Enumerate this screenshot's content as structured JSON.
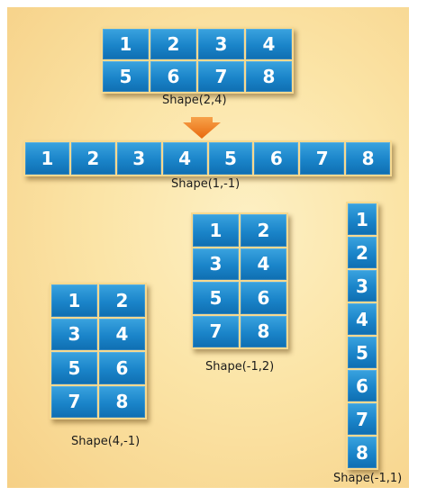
{
  "diagram": {
    "arrays": [
      {
        "id": "shape-2-4",
        "label": "Shape(2,4)",
        "rows": 2,
        "cols": 4,
        "cells": [
          "1",
          "2",
          "3",
          "4",
          "5",
          "6",
          "7",
          "8"
        ]
      },
      {
        "id": "shape-1-m1",
        "label": "Shape(1,-1)",
        "rows": 1,
        "cols": 8,
        "cells": [
          "1",
          "2",
          "3",
          "4",
          "5",
          "6",
          "7",
          "8"
        ]
      },
      {
        "id": "shape-m1-2",
        "label": "Shape(-1,2)",
        "rows": 4,
        "cols": 2,
        "cells": [
          "1",
          "2",
          "3",
          "4",
          "5",
          "6",
          "7",
          "8"
        ]
      },
      {
        "id": "shape-4-m1",
        "label": "Shape(4,-1)",
        "rows": 4,
        "cols": 2,
        "cells": [
          "1",
          "2",
          "3",
          "4",
          "5",
          "6",
          "7",
          "8"
        ]
      },
      {
        "id": "shape-m1-1",
        "label": "Shape(-1,1)",
        "rows": 8,
        "cols": 1,
        "cells": [
          "1",
          "2",
          "3",
          "4",
          "5",
          "6",
          "7",
          "8"
        ]
      }
    ],
    "colors": {
      "background": "#fbe4a6",
      "cell": "#1a84c9",
      "cell_text": "#ffffff",
      "arrow": "#f07f1e"
    },
    "arrow_icon": "down-arrow-icon"
  }
}
